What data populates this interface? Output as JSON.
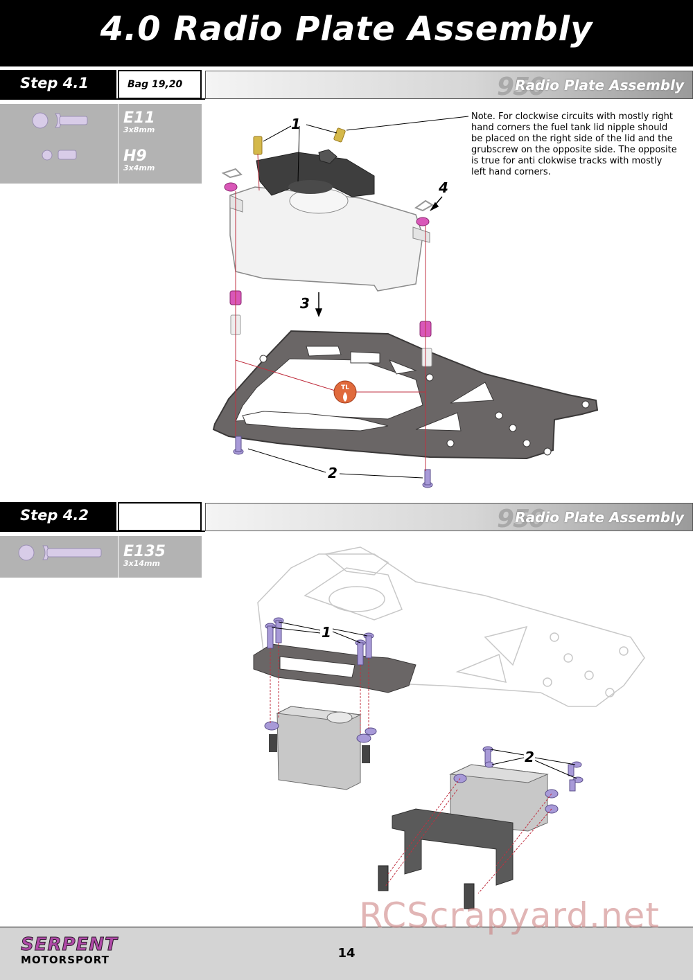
{
  "title": "4.0 Radio Plate Assembly",
  "steps": [
    {
      "label": "Step 4.1",
      "bag": "Bag 19,20",
      "band_logo": "950",
      "band_text": "Radio Plate Assembly",
      "parts": [
        {
          "code": "E11",
          "size": "3x8mm"
        },
        {
          "code": "H9",
          "size": "3x4mm"
        }
      ],
      "callouts": [
        "1",
        "4",
        "3",
        "2"
      ],
      "note": "Note. For clockwise circuits with mostly right hand corners the fuel tank lid nipple should be placed on the right side of the lid and the grubscrew on the opposite side. The opposite is true for anti clokwise tracks with mostly left hand corners.",
      "threadlock_label": "TL"
    },
    {
      "label": "Step 4.2",
      "bag": "",
      "band_logo": "950",
      "band_text": "Radio Plate Assembly",
      "parts": [
        {
          "code": "E135",
          "size": "3x14mm"
        }
      ],
      "callouts": [
        "1",
        "2"
      ]
    }
  ],
  "footer": {
    "brand_line1": "SERPENT",
    "brand_line2": "MOTORSPORT",
    "page": "14"
  },
  "watermark": "RCScrapyard.net",
  "colors": {
    "screw": "#a89ad8",
    "pink_washer": "#d957b8",
    "plate": "#6a6666",
    "tank": "#f2f2f2",
    "cap": "#3e3e3e",
    "brass": "#d4b84a",
    "threadlock": "#e06a3c",
    "guide_line": "#c03040"
  }
}
